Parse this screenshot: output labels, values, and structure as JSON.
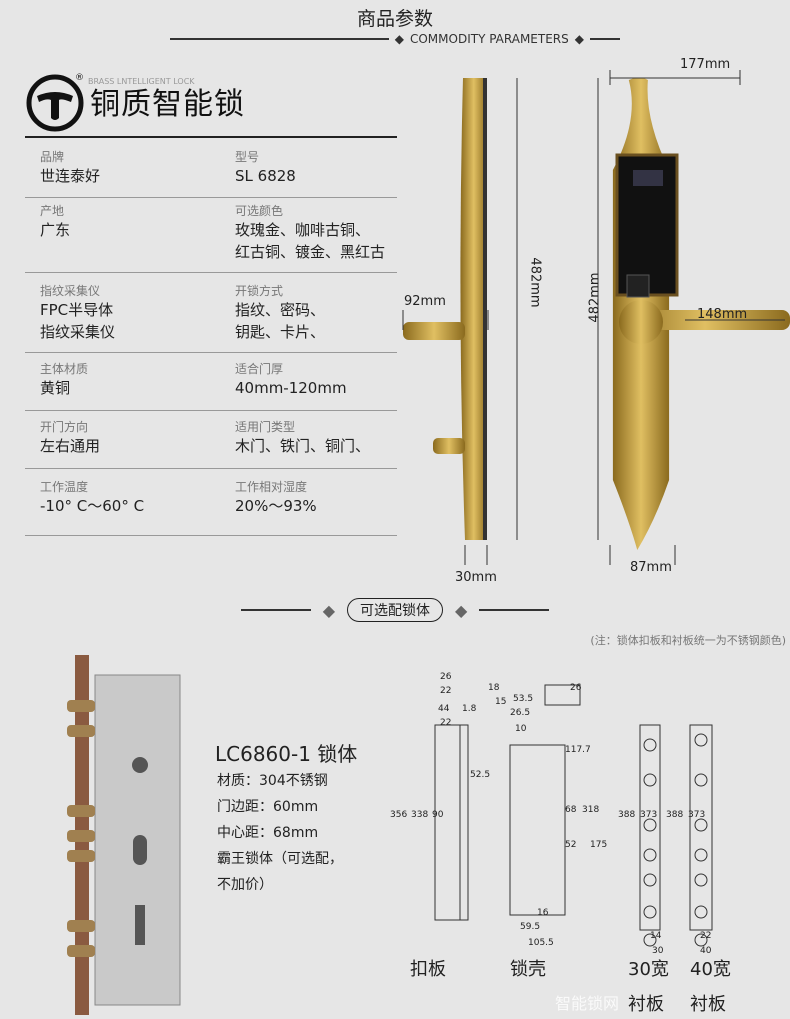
{
  "header": {
    "title": "商品参数",
    "subtitle": "COMMODITY PARAMETERS"
  },
  "brand": {
    "logo_text": "BRASS LNTELLIGENT LOCK",
    "name": "铜质智能锁"
  },
  "params": [
    {
      "label": "品牌",
      "value": [
        "世连泰好"
      ]
    },
    {
      "label": "型号",
      "value": [
        "SL 6828"
      ]
    },
    {
      "label": "产地",
      "value": [
        "广东"
      ]
    },
    {
      "label": "可选颜色",
      "value": [
        "玫瑰金、咖啡古铜、",
        "红古铜、镀金、黑红古"
      ]
    },
    {
      "label": "指纹采集仪",
      "value": [
        "FPC半导体",
        "指纹采集仪"
      ]
    },
    {
      "label": "开锁方式",
      "value": [
        "指纹、密码、",
        "钥匙、卡片、"
      ]
    },
    {
      "label": "主体材质",
      "value": [
        "黄铜"
      ]
    },
    {
      "label": "适合门厚",
      "value": [
        "40mm-120mm"
      ]
    },
    {
      "label": "开门方向",
      "value": [
        "左右通用"
      ]
    },
    {
      "label": "适用门类型",
      "value": [
        "木门、铁门、铜门、"
      ]
    },
    {
      "label": "工作温度",
      "value": [
        "-10° C～60° C"
      ]
    },
    {
      "label": "工作相对湿度",
      "value": [
        "20%～93%"
      ]
    }
  ],
  "dimensions": {
    "width": "177mm",
    "height_side": "482mm",
    "height_front": "482mm",
    "handle_side": "92mm",
    "handle_front": "148mm",
    "thickness": "30mm",
    "base": "87mm"
  },
  "optional": {
    "title": "可选配锁体",
    "note": "(注：锁体扣板和衬板统一为不锈钢颜色)"
  },
  "lockbody": {
    "model": "LC6860-1 锁体",
    "specs": [
      "材质：304不锈钢",
      "门边距：60mm",
      "中心距：68mm",
      "霸王锁体（可选配，",
      "不加价）"
    ]
  },
  "drawings": {
    "captions": [
      "扣板",
      "锁壳",
      "30宽",
      "衬板",
      "40宽",
      "衬板"
    ],
    "strike_dims": [
      "26",
      "22",
      "44",
      "22",
      "1.8",
      "52.5",
      "356",
      "338",
      "90"
    ],
    "case_dims": [
      "18",
      "53.5",
      "26",
      "15",
      "26.5",
      "10",
      "117.7",
      "68",
      "318",
      "52",
      "175",
      "16",
      "59.5",
      "105.5"
    ],
    "plate30_dims": [
      "388",
      "373",
      "14",
      "30"
    ],
    "plate40_dims": [
      "388",
      "373",
      "22",
      "40"
    ]
  },
  "watermark": "智能锁网",
  "colors": {
    "brass": "#b8902e",
    "background": "#e6e6e6"
  }
}
